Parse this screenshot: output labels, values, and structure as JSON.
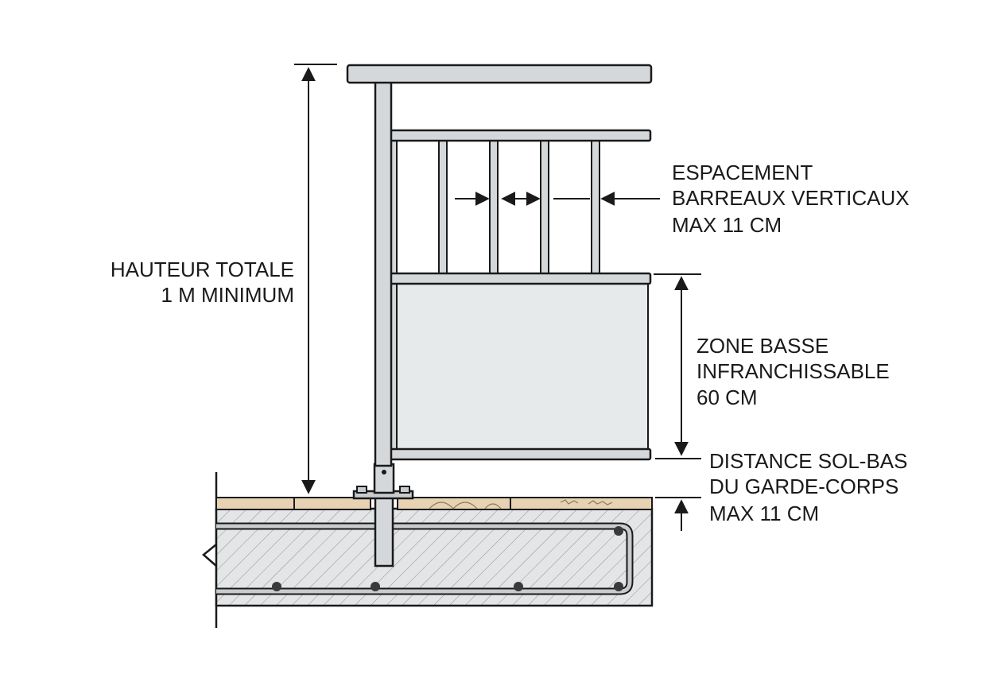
{
  "labels": {
    "height_line1": "HAUTEUR TOTALE",
    "height_line2": "1 M MINIMUM",
    "spacing_line1": "ESPACEMENT",
    "spacing_line2": "BARREAUX VERTICAUX",
    "spacing_line3": "MAX 11 CM",
    "zone_line1": "ZONE BASSE",
    "zone_line2": "INFRANCHISSABLE",
    "zone_line3": "60 CM",
    "gap_line1": "DISTANCE SOL-BAS",
    "gap_line2": "DU GARDE-CORPS",
    "gap_line3": "MAX 11 CM"
  },
  "colors": {
    "metal": "#d5d8db",
    "panel": "#e7eaeb",
    "concrete": "#e3e5e6",
    "tile": "#e7d2b4",
    "ink": "#1a1a1a"
  }
}
